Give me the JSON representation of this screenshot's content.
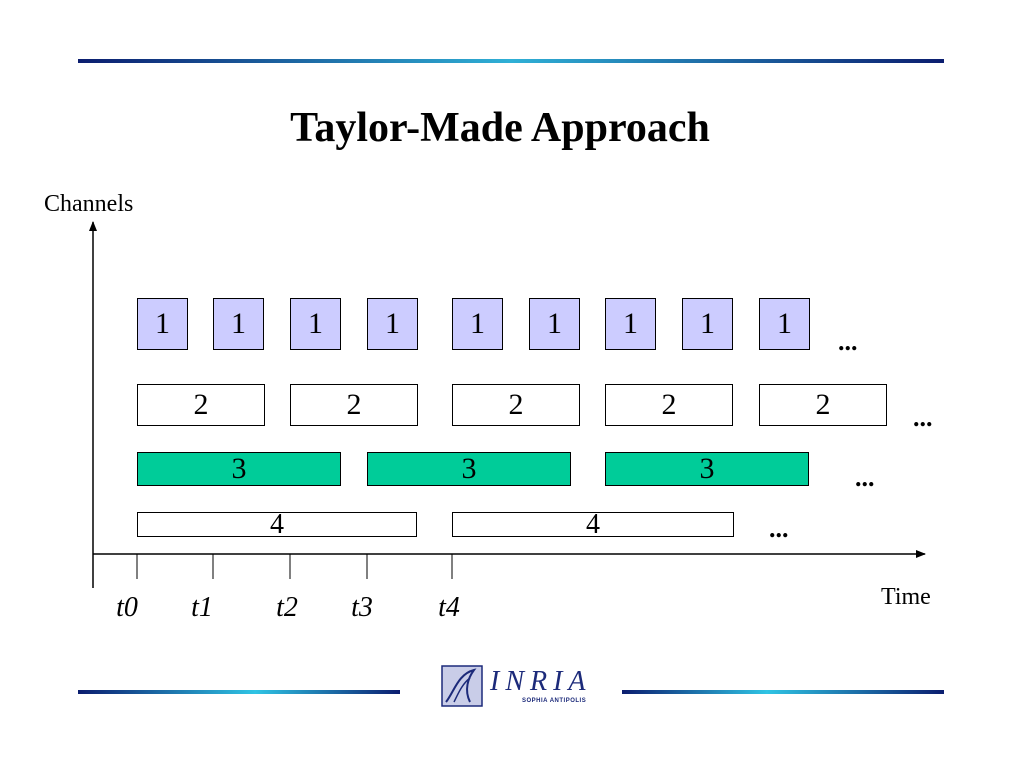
{
  "slide": {
    "title": "Taylor-Made Approach"
  },
  "axes": {
    "y_label": "Channels",
    "x_label": "Time"
  },
  "time_ticks": [
    {
      "label": "t0"
    },
    {
      "label": "t1"
    },
    {
      "label": "t2"
    },
    {
      "label": "t3"
    },
    {
      "label": "t4"
    }
  ],
  "channels": [
    {
      "label": "1",
      "color": "#ccccff",
      "slots": 9,
      "ellipsis": "..."
    },
    {
      "label": "2",
      "color": "#ffffff",
      "slots": 5,
      "ellipsis": "..."
    },
    {
      "label": "3",
      "color": "#00cc99",
      "slots": 3,
      "ellipsis": "..."
    },
    {
      "label": "4",
      "color": "#ffffff",
      "slots": 2,
      "ellipsis": "..."
    }
  ],
  "logo": {
    "wordmark": "INRIA",
    "subtitle": "SOPHIA ANTIPOLIS"
  }
}
